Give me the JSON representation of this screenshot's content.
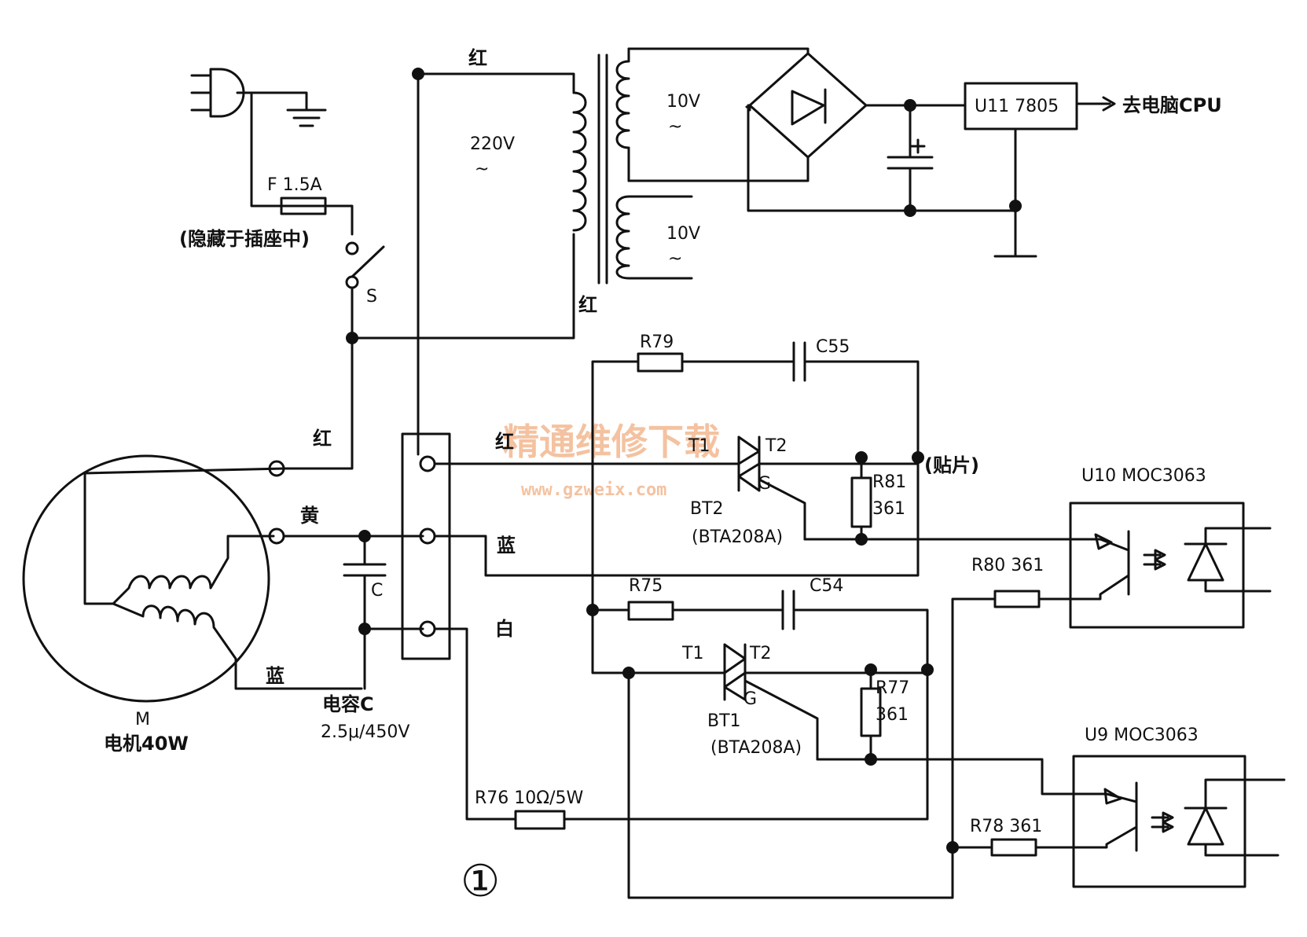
{
  "labels": {
    "red_top": "红",
    "v220": "220V",
    "tilde_220": "~",
    "red_bottom": "红",
    "v10_a": "10V",
    "tilde_a": "~",
    "v10_b": "10V",
    "tilde_b": "~",
    "regulator": "U11 7805",
    "to_cpu": "去电脑CPU",
    "fuse": "F 1.5A",
    "fuse_note": "(隐藏于插座中)",
    "switch": "S",
    "r79": "R79",
    "c55": "C55",
    "red_motor": "红",
    "red_term": "红",
    "t1_top": "T1",
    "t2_top": "T2",
    "g_top": "G",
    "patch": "(贴片)",
    "r81": "R81",
    "r81_val": "361",
    "bt2": "BT2",
    "bt2_part": "(BTA208A)",
    "yellow": "黄",
    "blue_term": "蓝",
    "cap_c": "C",
    "u10": "U10 MOC3063",
    "r80": "R80 361",
    "r75": "R75",
    "c54": "C54",
    "white": "白",
    "t1_bot": "T1",
    "t2_bot": "T2",
    "g_bot": "G",
    "r77": "R77",
    "r77_val": "361",
    "bt1": "BT1",
    "bt1_part": "(BTA208A)",
    "blue_motor": "蓝",
    "motor_m": "M",
    "motor_desc": "电机40W",
    "cap_desc": "电容C",
    "cap_val": "2.5μ/450V",
    "r76": "R76 10Ω/5W",
    "u9": "U9 MOC3063",
    "r78": "R78 361",
    "figure_no": "①"
  },
  "watermark": {
    "text": "精通维修下载",
    "url": "www.gzweix.com"
  }
}
